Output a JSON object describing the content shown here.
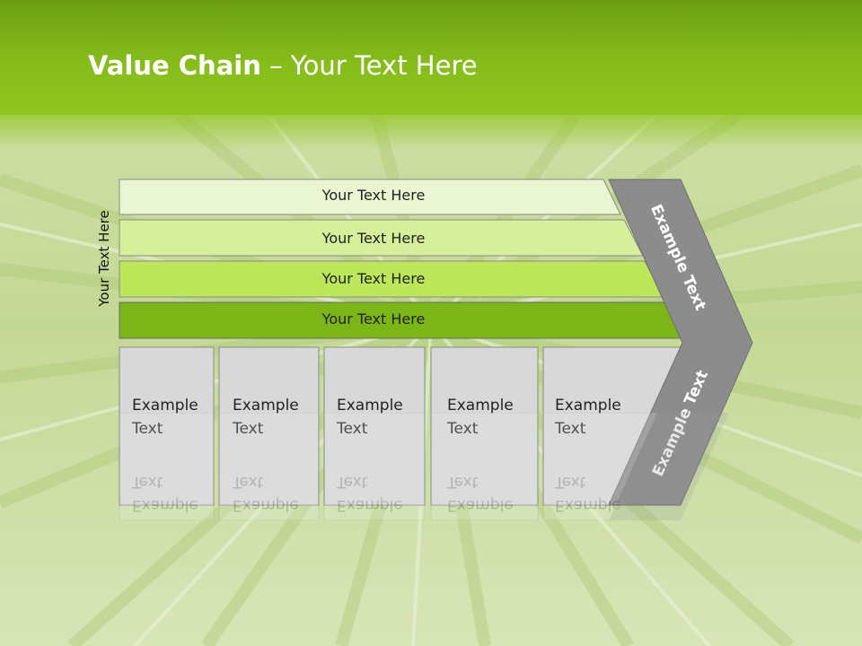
{
  "title": {
    "bold": "Value Chain",
    "rest": " – Your Text Here"
  },
  "side_label": "Your Text Here",
  "bars": [
    {
      "label": "Your Text Here",
      "color": "#eaf6d2"
    },
    {
      "label": "Your Text Here",
      "color": "#d6ef9a"
    },
    {
      "label": "Your Text Here",
      "color": "#bde65a"
    },
    {
      "label": "Your Text Here",
      "color": "#7cb518"
    }
  ],
  "boxes": [
    {
      "line1": "Example",
      "line2": "Text"
    },
    {
      "line1": "Example",
      "line2": "Text"
    },
    {
      "line1": "Example",
      "line2": "Text"
    },
    {
      "line1": "Example",
      "line2": "Text"
    },
    {
      "line1": "Example",
      "line2": "Text"
    }
  ],
  "chevron": {
    "upper_label": "Example Text",
    "lower_label": "Example Text",
    "color": "#8c8c8c"
  },
  "colors": {
    "banner": "#86bd1b",
    "box_fill": "#d8d8d8",
    "box_stroke": "#8a8a8a"
  }
}
